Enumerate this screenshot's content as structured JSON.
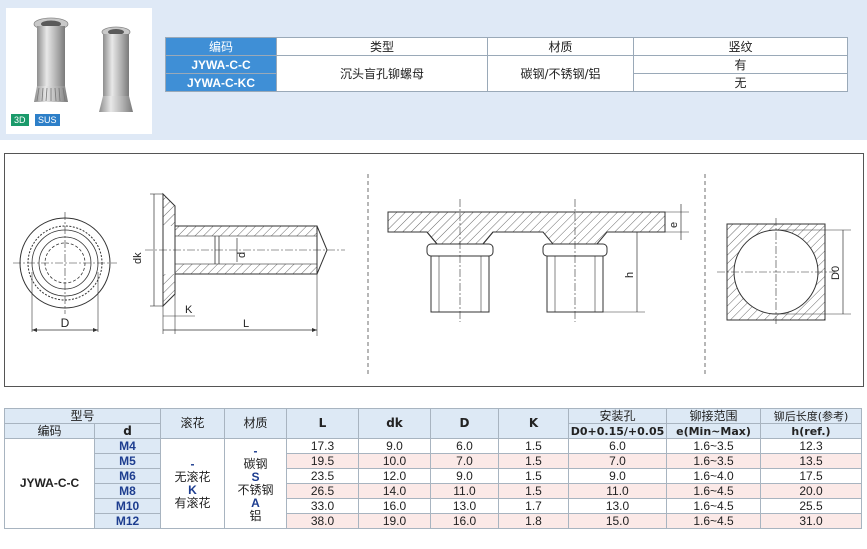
{
  "badges": {
    "three_d": "3D",
    "sus": "SUS"
  },
  "code_table": {
    "headers": {
      "code": "编码",
      "type": "类型",
      "material": "材质",
      "knurl": "竖纹"
    },
    "codes": [
      "JYWA-C-C",
      "JYWA-C-KC"
    ],
    "type": "沉头盲孔铆螺母",
    "material": "碳钢/不锈钢/铝",
    "knurl_values": [
      "有",
      "无"
    ]
  },
  "drawing": {
    "labels": {
      "dk": "dk",
      "d": "d",
      "k": "K",
      "l": "L",
      "D": "D",
      "e": "e",
      "h": "h",
      "d0": "D0"
    }
  },
  "spec_table": {
    "headers": {
      "model": "型号",
      "code": "编码",
      "d": "d",
      "knurl": "滚花",
      "material": "材质",
      "L": "L",
      "dk": "dk",
      "D": "D",
      "K": "K",
      "hole": "安装孔",
      "hole_sub": "D0+0.15/+0.05",
      "range": "铆接范围",
      "range_sub": "e(Min~Max)",
      "len": "铆后长度(参考)",
      "len_sub": "h(ref.)"
    },
    "code": "JYWA-C-C",
    "knurl_lines": [
      "-",
      "无滚花",
      "K",
      "有滚花"
    ],
    "material_lines": [
      "-",
      "碳钢",
      "S",
      "不锈钢",
      "A",
      "铝"
    ],
    "rows": [
      {
        "d": "M4",
        "L": "17.3",
        "dk": "9.0",
        "D": "6.0",
        "K": "1.5",
        "hole": "6.0",
        "range": "1.6~3.5",
        "h": "12.3"
      },
      {
        "d": "M5",
        "L": "19.5",
        "dk": "10.0",
        "D": "7.0",
        "K": "1.5",
        "hole": "7.0",
        "range": "1.6~3.5",
        "h": "13.5"
      },
      {
        "d": "M6",
        "L": "23.5",
        "dk": "12.0",
        "D": "9.0",
        "K": "1.5",
        "hole": "9.0",
        "range": "1.6~4.0",
        "h": "17.5"
      },
      {
        "d": "M8",
        "L": "26.5",
        "dk": "14.0",
        "D": "11.0",
        "K": "1.5",
        "hole": "11.0",
        "range": "1.6~4.5",
        "h": "20.0"
      },
      {
        "d": "M10",
        "L": "33.0",
        "dk": "16.0",
        "D": "13.0",
        "K": "1.7",
        "hole": "13.0",
        "range": "1.6~4.5",
        "h": "25.5"
      },
      {
        "d": "M12",
        "L": "38.0",
        "dk": "19.0",
        "D": "16.0",
        "K": "1.8",
        "hole": "15.0",
        "range": "1.6~4.5",
        "h": "31.0"
      }
    ]
  },
  "colors": {
    "header_blue": "#3f8fd6",
    "panel": "#dfe9f6",
    "row_alt": "#fbe9e7",
    "d_text": "#1d3d8f"
  }
}
